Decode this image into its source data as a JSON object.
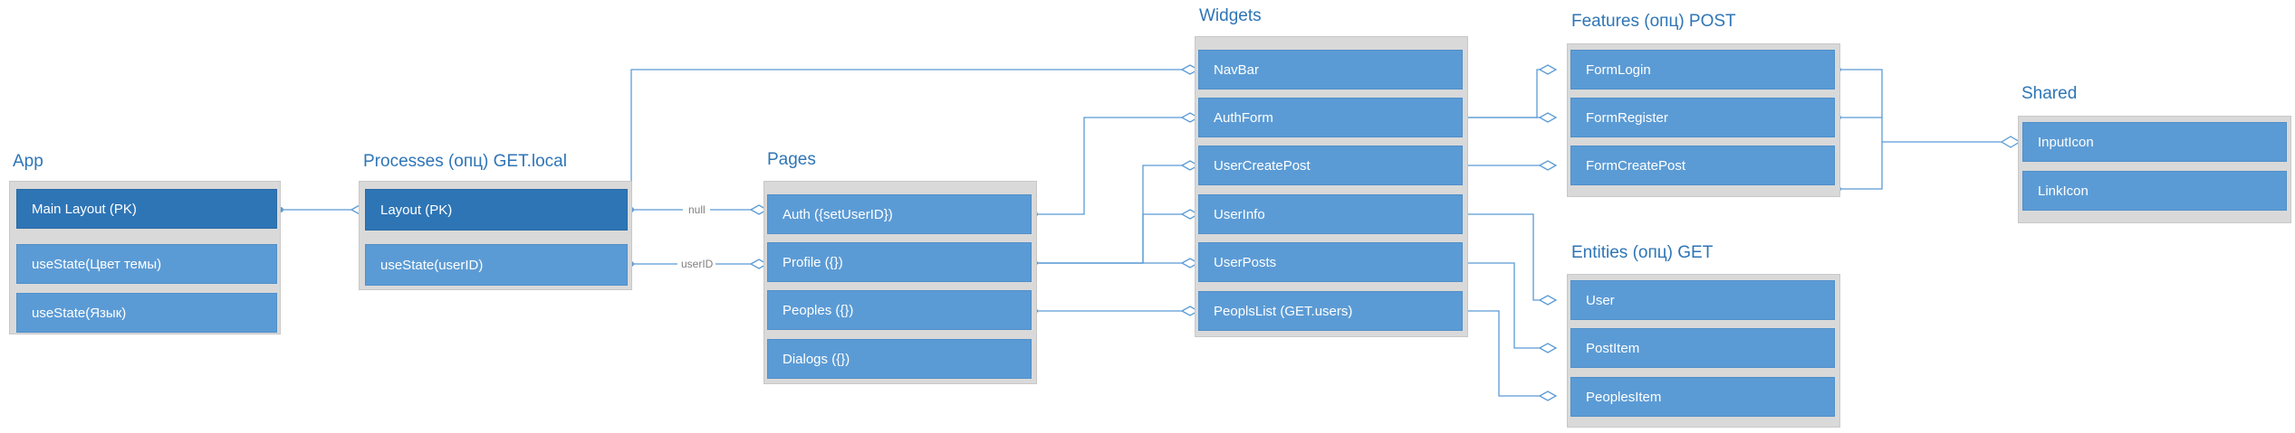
{
  "colors": {
    "title": "#2e75b6",
    "item_light": "#5b9bd5",
    "item_dark": "#2e75b6",
    "frame": "#d9d9d9",
    "connector": "#5b9bd5",
    "item_text": "#ffffff"
  },
  "connector_style": "orthogonal lines with hollow diamond at target end",
  "groups": {
    "app": {
      "title": "App",
      "items": [
        "Main Layout (PK)",
        "useState(Цвет темы)",
        "useState(Язык)"
      ]
    },
    "processes": {
      "title": "Processes (опц) GET.local",
      "items": [
        "Layout (PK)",
        "useState(userID)"
      ]
    },
    "pages": {
      "title": "Pages",
      "items": [
        "Auth ({setUserID})",
        "Profile ({})",
        "Peoples ({})",
        "Dialogs ({})"
      ]
    },
    "widgets": {
      "title": "Widgets",
      "items": [
        "NavBar",
        "AuthForm",
        "UserCreatePost",
        "UserInfo",
        "UserPosts",
        "PeoplsList (GET.users)"
      ]
    },
    "features": {
      "title": "Features (опц) POST",
      "items": [
        "FormLogin",
        "FormRegister",
        "FormCreatePost"
      ]
    },
    "entities": {
      "title": "Entities (опц) GET",
      "items": [
        "User",
        "PostItem",
        "PeoplesItem"
      ]
    },
    "shared": {
      "title": "Shared",
      "items": [
        "InputIcon",
        "LinkIcon"
      ]
    }
  },
  "edge_labels": {
    "layout_auth": "null",
    "userid_profile": "userID"
  }
}
